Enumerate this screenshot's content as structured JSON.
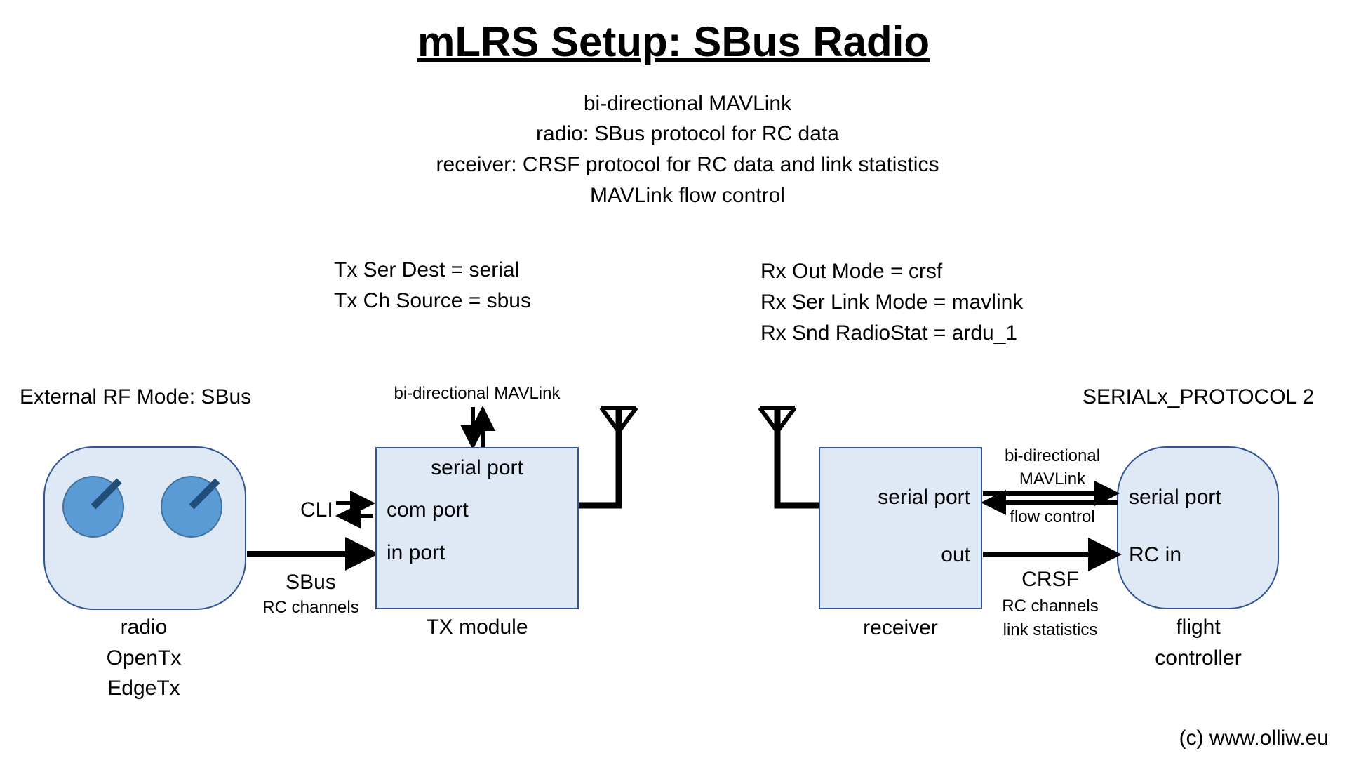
{
  "title": "mLRS Setup: SBus Radio",
  "subtitle_lines": [
    "bi-directional MAVLink",
    "radio: SBus protocol for RC data",
    "receiver: CRSF protocol for RC data and link statistics",
    "MAVLink flow control"
  ],
  "tx_settings": [
    "Tx Ser Dest = serial",
    "Tx Ch Source = sbus"
  ],
  "rx_settings": [
    "Rx Out Mode = crsf",
    "Rx Ser Link Mode = mavlink",
    "Rx Snd RadioStat = ardu_1"
  ],
  "radio": {
    "header": "External RF Mode: SBus",
    "label_lines": [
      "radio",
      "OpenTx",
      "EdgeTx"
    ]
  },
  "tx_module": {
    "label": "TX module",
    "serial_port": "serial port",
    "com_port": "com port",
    "in_port": "in port",
    "top_label": "bi-directional MAVLink",
    "cli_label": "CLI"
  },
  "sbus_link": {
    "label": "SBus",
    "sublabel": "RC channels"
  },
  "receiver": {
    "label": "receiver",
    "serial_port": "serial port",
    "out": "out"
  },
  "fc_header": "SERIALx_PROTOCOL  2",
  "flight_controller": {
    "serial_port": "serial port",
    "rc_in": "RC in",
    "label_lines": [
      "flight",
      "controller"
    ]
  },
  "serial_link": {
    "label_lines": [
      "bi-directional",
      "MAVLink"
    ],
    "below_label": "flow control"
  },
  "crsf_link": {
    "label": "CRSF",
    "sublabel_lines": [
      "RC channels",
      "link statistics"
    ]
  },
  "copyright": "(c) www.olliw.eu",
  "colors": {
    "box_fill": "#dfe9f5",
    "box_border": "#2f5597",
    "knob_fill": "#5b9bd5",
    "knob_border": "#41719c",
    "knob_pointer": "#1f4e79",
    "line": "#000000"
  }
}
